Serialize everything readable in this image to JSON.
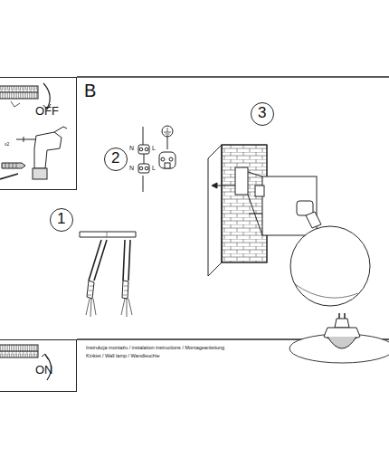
{
  "diagram": {
    "nodes": [
      {
        "text": [
          "OFF",
          "x2"
        ]
      },
      {
        "text": [
          "B"
        ]
      },
      {
        "text": [
          "2"
        ],
        "in": 1
      },
      {
        "text": [
          "3"
        ],
        "in": 1
      },
      {
        "text": [
          "1"
        ]
      },
      {
        "text": [
          "ON"
        ]
      }
    ],
    "labels": [
      "N",
      "L",
      "N",
      "L",
      "Instrukcja montażu / instalation instructions / Montageanleitung",
      "Kinkiet / Wall lamp / Wandleuchte"
    ]
  }
}
